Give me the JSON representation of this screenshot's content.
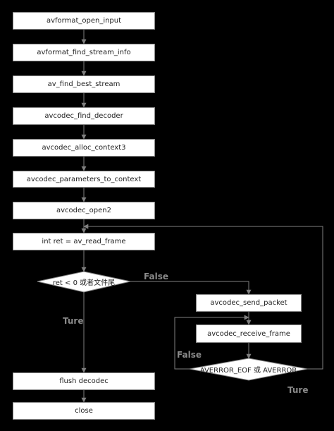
{
  "nodes": {
    "open_input": "avformat_open_input",
    "find_stream_info": "avformat_find_stream_info",
    "find_best_stream": "av_find_best_stream",
    "find_decoder": "avcodec_find_decoder",
    "alloc_context": "avcodec_alloc_context3",
    "params_to_context": "avcodec_parameters_to_context",
    "open2": "avcodec_open2",
    "read_frame": "int ret = av_read_frame",
    "send_packet": "avcodec_send_packet",
    "receive_frame": "avcodec_receive_frame",
    "flush": "flush decodec",
    "close": "close"
  },
  "decisions": {
    "ret_check": "ret < 0 或者文件尾",
    "averror_check": "AVERROR_EOF 或 AVERROR"
  },
  "edge_labels": {
    "false_top": "False",
    "ture_left": "Ture",
    "false_inner": "False",
    "ture_bottom": "Ture"
  },
  "colors": {
    "background": "#000000",
    "node_fill": "#ffffff",
    "line": "#7f7f7f",
    "label": "#8a8a8a"
  }
}
